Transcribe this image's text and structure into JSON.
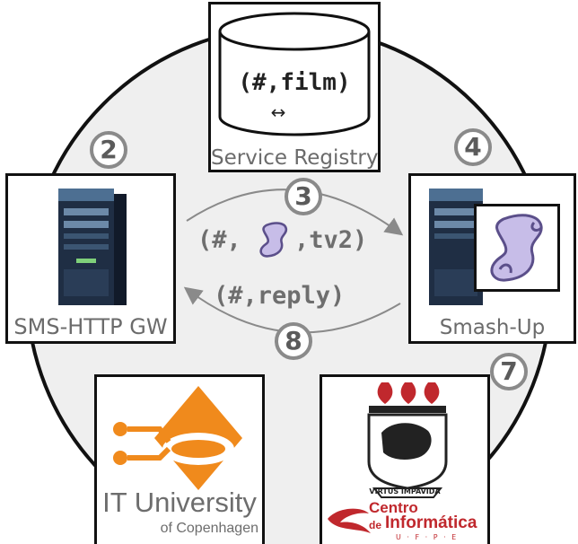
{
  "nodes": {
    "registry": {
      "label": "Service Registry",
      "entry": "(#,film)",
      "arrow": "↔"
    },
    "gateway": {
      "label": "SMS-HTTP GW"
    },
    "smashup": {
      "label": "Smash-Up"
    },
    "itu": {
      "name": "IT University",
      "sub": "of Copenhagen"
    },
    "ufpe": {
      "motto": "VIRTUS IMPAVIDA",
      "name1": "Centro",
      "name2a": "de",
      "name2b": "Informática",
      "letters": "U · F · P · E"
    }
  },
  "messages": {
    "request": {
      "open": "(#,",
      "close": ",tv2)"
    },
    "reply": {
      "text": "(#,reply)"
    }
  },
  "steps": [
    "2",
    "3",
    "4",
    "7",
    "8"
  ],
  "colors": {
    "outline": "#111111",
    "text": "#6b6b6b",
    "badge": "#8a8a8a",
    "itu_orange": "#f08a1c",
    "ufpe_red": "#c0282d"
  }
}
